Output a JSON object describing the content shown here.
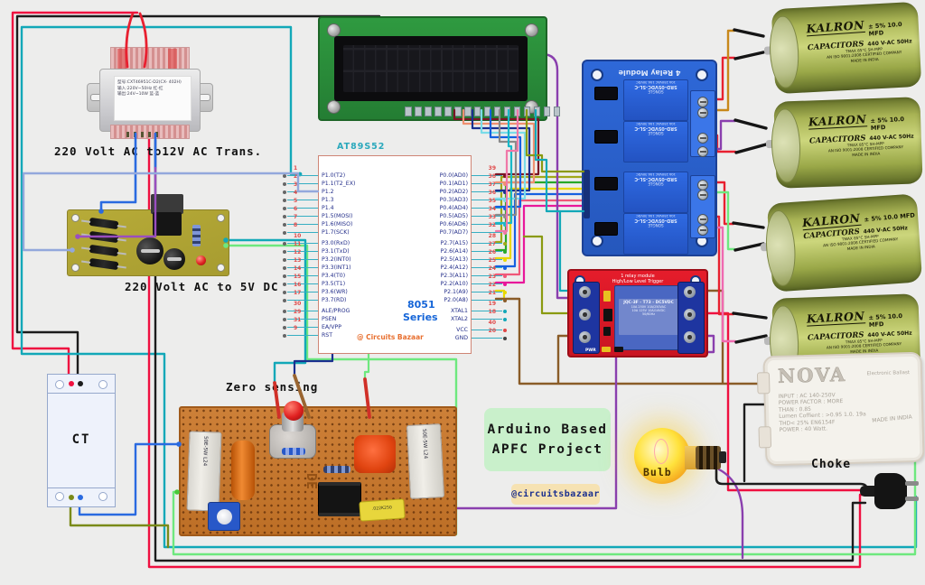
{
  "labels": {
    "transformer_caption": "220 Volt AC to12V AC Trans.",
    "psu_caption": "220 Volt AC to 5V DC",
    "zero_sensing": "Zero sensing",
    "ct": "CT",
    "project_title_line1": "Arduino Based",
    "project_title_line2": "APFC Project",
    "handle": "@circuitsbazaar",
    "bulb": "Bulb",
    "choke": "Choke"
  },
  "transformer": {
    "spec_line1": "型号:CXT46951C-D2(CX- 402H)",
    "spec_line2": "输入:220V~50Hz  红-红",
    "spec_line3": "输出:24V~10W  蓝-蓝"
  },
  "mcu": {
    "title": "AT89S52",
    "family": "8051",
    "series": "Series",
    "credit": "@ Circuits Bazaar",
    "left_pins": [
      {
        "n": "1",
        "label": "P1.0(T2)"
      },
      {
        "n": "2",
        "label": "P1.1(T2_EX)"
      },
      {
        "n": "3",
        "label": "P1.2"
      },
      {
        "n": "4",
        "label": "P1.3"
      },
      {
        "n": "5",
        "label": "P1.4"
      },
      {
        "n": "6",
        "label": "P1.5(MOSI)"
      },
      {
        "n": "7",
        "label": "P1.6(MISO)"
      },
      {
        "n": "8",
        "label": "P1.7(SCK)"
      },
      {
        "n": "10",
        "label": "P3.0(RxD)"
      },
      {
        "n": "11",
        "label": "P3.1(TxD)"
      },
      {
        "n": "12",
        "label": "P3.2(INT0)"
      },
      {
        "n": "13",
        "label": "P3.3(INT1)"
      },
      {
        "n": "14",
        "label": "P3.4(T0)"
      },
      {
        "n": "15",
        "label": "P3.5(T1)"
      },
      {
        "n": "16",
        "label": "P3.6(WR)"
      },
      {
        "n": "17",
        "label": "P3.7(RD)"
      },
      {
        "n": "30",
        "label": "ALE/PROG"
      },
      {
        "n": "29",
        "label": "PSEN"
      },
      {
        "n": "31",
        "label": "EA/VPP"
      },
      {
        "n": "9",
        "label": "RST"
      }
    ],
    "right_pins": [
      {
        "n": "39",
        "label": "P0.0(AD0)"
      },
      {
        "n": "38",
        "label": "P0.1(AD1)"
      },
      {
        "n": "37",
        "label": "P0.2(AD2)"
      },
      {
        "n": "36",
        "label": "P0.3(AD3)"
      },
      {
        "n": "35",
        "label": "P0.4(AD4)"
      },
      {
        "n": "34",
        "label": "P0.5(AD5)"
      },
      {
        "n": "33",
        "label": "P0.6(AD6)"
      },
      {
        "n": "32",
        "label": "P0.7(AD7)"
      },
      {
        "n": "28",
        "label": "P2.7(A15)"
      },
      {
        "n": "27",
        "label": "P2.6(A14)"
      },
      {
        "n": "26",
        "label": "P2.5(A13)"
      },
      {
        "n": "25",
        "label": "P2.4(A12)"
      },
      {
        "n": "24",
        "label": "P2.3(A11)"
      },
      {
        "n": "23",
        "label": "P2.2(A10)"
      },
      {
        "n": "22",
        "label": "P2.1(A9)"
      },
      {
        "n": "21",
        "label": "P2.0(A8)"
      },
      {
        "n": "19",
        "label": "XTAL1"
      },
      {
        "n": "18",
        "label": "XTAL2"
      },
      {
        "n": "40",
        "label": "VCC"
      },
      {
        "n": "20",
        "label": "GND"
      }
    ],
    "right_dot_colors": [
      "#7a1425",
      "#f09070",
      "#1a2f8f",
      "#7adce8",
      "#1560e0",
      "#8a8a8a",
      "#18b8c8",
      "#f078a8",
      "#a0a818",
      "#28a828",
      "#e8d800",
      "#1560e0",
      "#f05878",
      "#e8189a",
      "#e8d800",
      "#8a5c28",
      "#12a8b8",
      "#12a8b8",
      "#e04848",
      "#444444"
    ]
  },
  "relay4": {
    "title": "4 Relay Module",
    "relay_brand": "SONGLE",
    "relay_label": "SRD-05VDC-SL-C",
    "relay_sub": "10A 250VAC 10A 30VDC"
  },
  "relay1": {
    "title_line1": "1 relay module",
    "title_line2": "High/Low Level Trigger",
    "relay_line1": "JQC-3F - T73 - DC5VDC",
    "rating_line1": "10A 250V   10A/250VAC",
    "rating_line2": "10A 125V   10A/14VDC",
    "rating_line3": "50/60Hz",
    "pwr_label": "PWR"
  },
  "capacitor": {
    "brand": "KALRON",
    "spec": "± 5% 10.0 MFD",
    "type": "CAPACITORS",
    "rating": "440 V-AC 50Hz",
    "line3": "TMAX 85°C SH-MPP",
    "line4": "AN ISO 9001:2008 CERTIFIED COMPANY",
    "line5": "MADE IN INDIA"
  },
  "choke": {
    "brand": "NOVA",
    "type": "Electronic Ballast",
    "spec_lines": [
      "INPUT : AC 140-250V",
      "POWER FACTOR : MORE",
      "THAN : 0.85",
      "Lumen Coffient : >0.95 1.0. 19a",
      "THD< 25% EN6154F",
      "POWER : 40 Watt."
    ],
    "origin": "MADE IN INDIA"
  },
  "perfboard": {
    "resistor_label": "50E-5W L24",
    "resistor_label_right": "50E-5W L24",
    "capacitor_label": ".022K250",
    "marking": "DE"
  },
  "wire_colors": {
    "red": "#ef1040",
    "component_red": "#e82030",
    "black": "#1c1c1c",
    "teal": "#12a8b8",
    "cyan": "#18b8c8",
    "light_cyan": "#7adce8",
    "light_green": "#6ee87e",
    "green": "#28a828",
    "olive": "#8a9a10",
    "olive2": "#a0a818",
    "dark_olive": "#7a8a18",
    "gold": "#c8881a",
    "yellow": "#e8d800",
    "blue": "#1560e0",
    "mid_blue": "#2a6ae0",
    "navy": "#1a2f8f",
    "cornflower": "#93a8dc",
    "gray": "#8a8a8a",
    "pink": "#f078a8",
    "rose": "#f05878",
    "magenta": "#e8189a",
    "pink_cap": "#f06ab0",
    "maroon": "#7a1425",
    "salmon": "#f09070",
    "purple": "#8a3fae",
    "violet": "#9a4ec0",
    "brown": "#8a5c28",
    "brown_stub": "#9a6530",
    "red_stub": "#d03028"
  }
}
